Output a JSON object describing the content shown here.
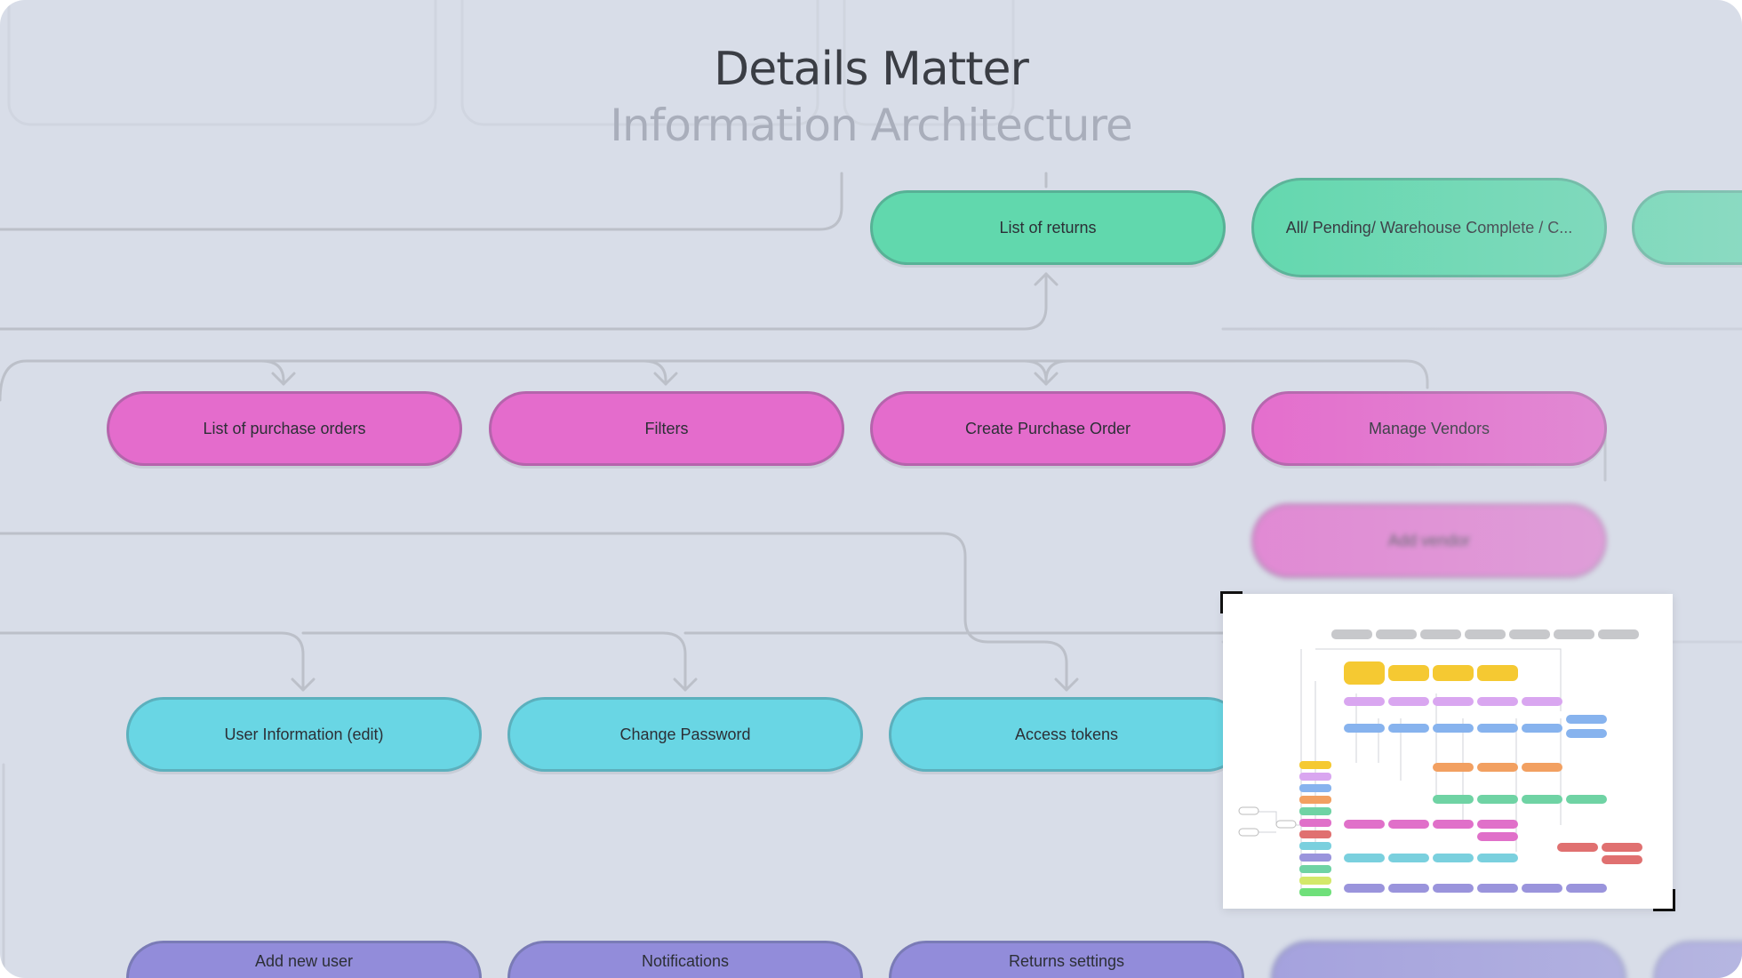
{
  "header": {
    "title": "Details Matter",
    "subtitle": "Information Architecture"
  },
  "nodes": {
    "returns_list": "List of returns",
    "returns_status": "All/ Pending/ Warehouse Complete / C...",
    "returns_extra": "",
    "po_list": "List of purchase orders",
    "po_filters": "Filters",
    "po_create": "Create Purchase Order",
    "po_vendors": "Manage Vendors",
    "po_add_vendor": "Add vendor",
    "settings_user_info": "User Information (edit)",
    "settings_change_password": "Change Password",
    "settings_access_tokens": "Access tokens",
    "settings_add_user": "Add new user",
    "settings_notifications": "Notifications",
    "settings_returns": "Returns settings"
  },
  "colors": {
    "background": "#d8dde8",
    "green": "#61d8ad",
    "pink": "#e46ccc",
    "cyan": "#69d6e4",
    "purple": "#928cda",
    "connector": "#b9bdc6"
  },
  "minimap": {
    "label": "information-architecture-overview"
  }
}
